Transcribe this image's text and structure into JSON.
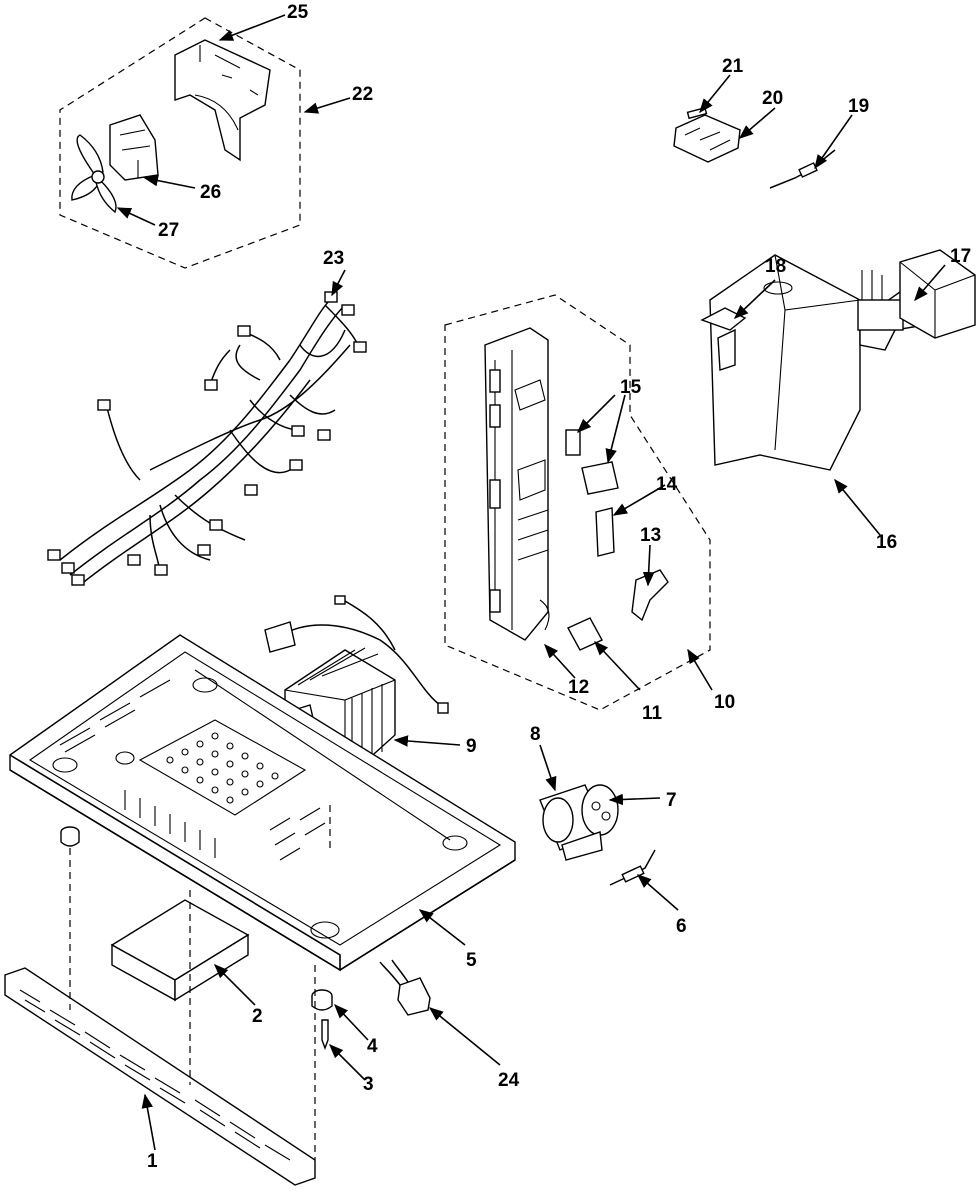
{
  "labels": [
    {
      "id": "1",
      "text": "1"
    },
    {
      "id": "2",
      "text": "2"
    },
    {
      "id": "3",
      "text": "3"
    },
    {
      "id": "4",
      "text": "4"
    },
    {
      "id": "5",
      "text": "5"
    },
    {
      "id": "6",
      "text": "6"
    },
    {
      "id": "7",
      "text": "7"
    },
    {
      "id": "8",
      "text": "8"
    },
    {
      "id": "9",
      "text": "9"
    },
    {
      "id": "10",
      "text": "10"
    },
    {
      "id": "11",
      "text": "11"
    },
    {
      "id": "12",
      "text": "12"
    },
    {
      "id": "13",
      "text": "13"
    },
    {
      "id": "14",
      "text": "14"
    },
    {
      "id": "15",
      "text": "15"
    },
    {
      "id": "16",
      "text": "16"
    },
    {
      "id": "17",
      "text": "17"
    },
    {
      "id": "18",
      "text": "18"
    },
    {
      "id": "19",
      "text": "19"
    },
    {
      "id": "20",
      "text": "20"
    },
    {
      "id": "21",
      "text": "21"
    },
    {
      "id": "22",
      "text": "22"
    },
    {
      "id": "23",
      "text": "23"
    },
    {
      "id": "24",
      "text": "24"
    },
    {
      "id": "25",
      "text": "25"
    },
    {
      "id": "26",
      "text": "26"
    },
    {
      "id": "27",
      "text": "27"
    }
  ]
}
